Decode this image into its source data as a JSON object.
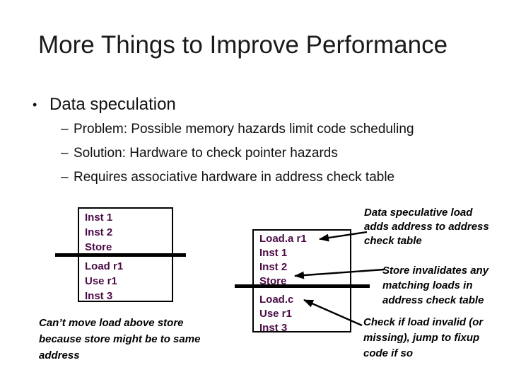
{
  "slide": {
    "title": "More Things to Improve Performance",
    "bullets": {
      "marker": "•",
      "dash": "–",
      "main": "Data speculation",
      "subs": [
        "Problem: Possible memory hazards limit code scheduling",
        "Solution: Hardware to check pointer hazards",
        "Requires associative hardware in address check table"
      ]
    },
    "diagram": {
      "left_box": {
        "before": [
          "Inst 1",
          "Inst 2",
          "Store"
        ],
        "after": [
          "Load r1",
          "Use r1",
          "Inst 3"
        ]
      },
      "right_box": {
        "before": [
          "Load.a r1",
          "Inst 1",
          "Inst 2",
          "Store"
        ],
        "after": [
          "Load.c",
          "Use r1",
          "Inst 3"
        ]
      },
      "annotations": {
        "speculative_load": [
          "Data speculative load",
          "adds address to address",
          "check table"
        ],
        "store_invalidates": [
          "Store invalidates any",
          "matching loads in",
          "address check table"
        ],
        "check_load": [
          "Check if load invalid (or",
          "missing), jump to fixup",
          "code if so"
        ],
        "cant_move": [
          "Can’t move load above store",
          "because store might be to same",
          "address"
        ]
      }
    },
    "colors": {
      "background": "#ffffff",
      "ink": "#000000",
      "code_text": "#4b0c46"
    }
  }
}
